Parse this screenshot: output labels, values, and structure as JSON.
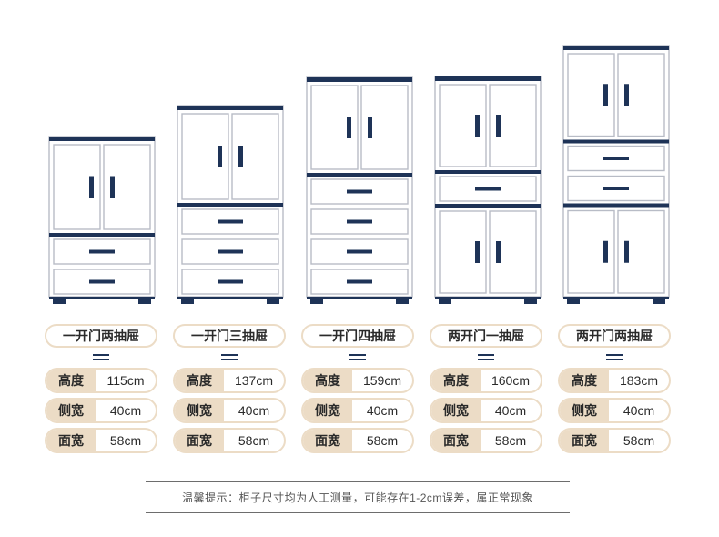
{
  "colors": {
    "frame": "#1e3357",
    "panel_border": "#b8bcc6",
    "pill_border": "#ecdcc6",
    "label_fill": "#ecdcc6"
  },
  "cabinets": [
    {
      "name": "一开门两抽屉",
      "doors": "2",
      "drawers": 2,
      "specs": {
        "height_label": "高度",
        "height": "115cm",
        "side_label": "侧宽",
        "side": "40cm",
        "face_label": "面宽",
        "face": "58cm"
      }
    },
    {
      "name": "一开门三抽屉",
      "doors": "2",
      "drawers": 3,
      "specs": {
        "height_label": "高度",
        "height": "137cm",
        "side_label": "侧宽",
        "side": "40cm",
        "face_label": "面宽",
        "face": "58cm"
      }
    },
    {
      "name": "一开门四抽屉",
      "doors": "2",
      "drawers": 4,
      "specs": {
        "height_label": "高度",
        "height": "159cm",
        "side_label": "侧宽",
        "side": "40cm",
        "face_label": "面宽",
        "face": "58cm"
      }
    },
    {
      "name": "两开门一抽屉",
      "doors": "2+2",
      "drawers": 1,
      "specs": {
        "height_label": "高度",
        "height": "160cm",
        "side_label": "侧宽",
        "side": "40cm",
        "face_label": "面宽",
        "face": "58cm"
      }
    },
    {
      "name": "两开门两抽屉",
      "doors": "2+2",
      "drawers": 2,
      "specs": {
        "height_label": "高度",
        "height": "183cm",
        "side_label": "侧宽",
        "side": "40cm",
        "face_label": "面宽",
        "face": "58cm"
      }
    }
  ],
  "footer": {
    "note": "温馨提示：柜子尺寸均为人工测量，可能存在1-2cm误差，属正常现象"
  }
}
